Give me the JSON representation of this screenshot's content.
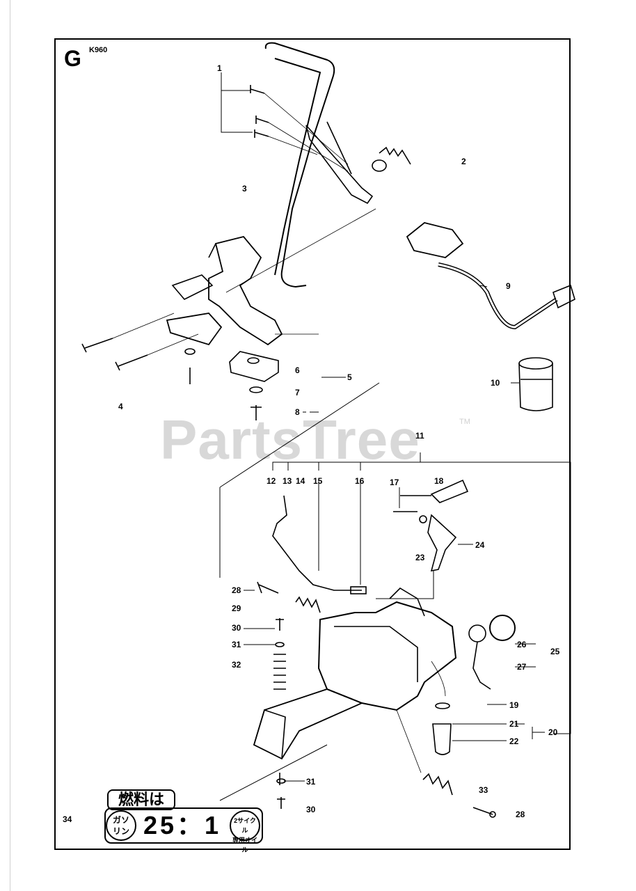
{
  "header": {
    "section": "G",
    "model": "K960"
  },
  "page_number": "34",
  "watermark": {
    "text": "PartsTree",
    "tm": "TM"
  },
  "callouts": {
    "c1": "1",
    "c2": "2",
    "c3": "3",
    "c4": "4",
    "c5": "5",
    "c6": "6",
    "c7": "7",
    "c8": "8",
    "c9": "9",
    "c10": "10",
    "c11": "11",
    "c12": "12",
    "c13": "13",
    "c14": "14",
    "c15": "15",
    "c16": "16",
    "c17": "17",
    "c18": "18",
    "c19": "19",
    "c20": "20",
    "c21": "21",
    "c22": "22",
    "c23": "23",
    "c24": "24",
    "c25": "25",
    "c26": "26",
    "c27": "27",
    "c28a": "28",
    "c28b": "28",
    "c29": "29",
    "c30a": "30",
    "c30b": "30",
    "c31a": "31",
    "c31b": "31",
    "c32": "32",
    "c33": "33"
  },
  "fuel_label": {
    "title": "燃料は",
    "left_badge": "ガソ\nリン",
    "ratio": "25：1",
    "right_badge": "2サイクル\n専用オイル"
  }
}
